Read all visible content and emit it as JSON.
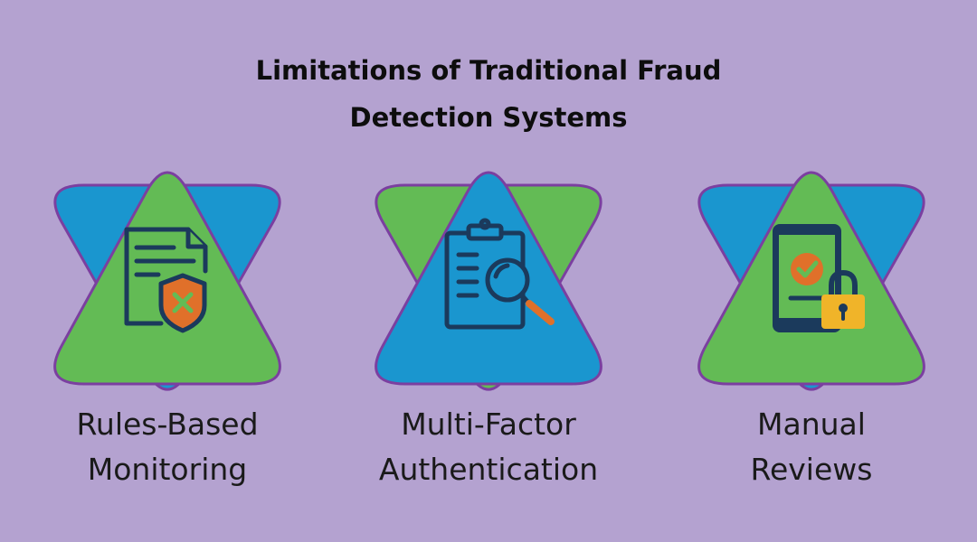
{
  "title": {
    "line1": "Limitations of Traditional Fraud",
    "line2": "Detection Systems"
  },
  "items": [
    {
      "label_line1": "Rules-Based",
      "label_line2": "Monitoring",
      "icon": "document-shield-x-icon",
      "front_color": "#63bb55",
      "back_color": "#1a96cf"
    },
    {
      "label_line1": "Multi-Factor",
      "label_line2": "Authentication",
      "icon": "clipboard-magnifier-icon",
      "front_color": "#1a96cf",
      "back_color": "#63bb55"
    },
    {
      "label_line1": "Manual",
      "label_line2": "Reviews",
      "icon": "phone-check-lock-icon",
      "front_color": "#63bb55",
      "back_color": "#1a96cf"
    }
  ],
  "colors": {
    "background": "#b4a2d0",
    "navy": "#1b3a5c",
    "orange": "#e0702a",
    "yellow": "#f0b429",
    "purple_stroke": "#7b3fa0",
    "orange_stroke": "#c8643a"
  }
}
